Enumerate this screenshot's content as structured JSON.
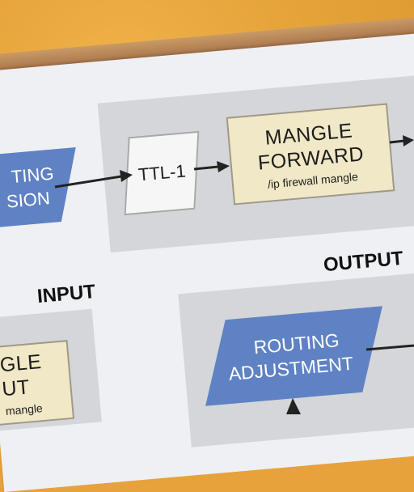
{
  "routing_decision": {
    "line1": "TING",
    "line2": "SION"
  },
  "ttl": {
    "label": "TTL-1"
  },
  "mangle_forward": {
    "line1": "MANGLE",
    "line2": "FORWARD",
    "sub": "/ip firewall mangle"
  },
  "input": {
    "label": "INPUT"
  },
  "output": {
    "label": "OUTPUT"
  },
  "mangle_input": {
    "line1": "GLE",
    "line2": "UT",
    "sub": "mangle"
  },
  "routing_adjustment": {
    "line1": "ROUTING",
    "line2": "ADJUSTMENT"
  },
  "colors": {
    "wall": "#e8a23c",
    "poster": "#eef0f3",
    "blue_box": "#5f82c4",
    "beige_box": "#f0e8c6",
    "gray_panel": "#d5d6da"
  }
}
